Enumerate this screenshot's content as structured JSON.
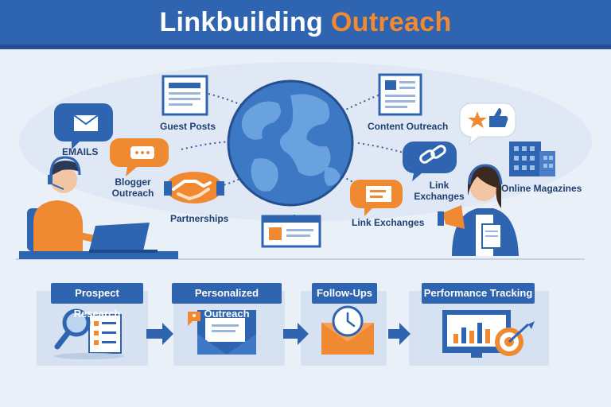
{
  "header": {
    "title_part1": "Linkbuilding",
    "title_part2": "Outreach",
    "accent_color": "#f08a32",
    "brand_color": "#2f64b1"
  },
  "channels": [
    {
      "label": "EMAILS",
      "icon": "envelope-icon"
    },
    {
      "label": "Guest Posts",
      "icon": "document-icon"
    },
    {
      "label": "Blogger\nOutreach",
      "icon": "chat-bubble-icon"
    },
    {
      "label": "Partnerships",
      "icon": "handshake-icon"
    },
    {
      "label": "Content Outreach",
      "icon": "article-icon"
    },
    {
      "label": "Link\nExchanges",
      "icon": "chain-link-icon"
    },
    {
      "label": "Link Exchanges",
      "icon": "message-icon"
    },
    {
      "label": "Online Magazines",
      "icon": "buildings-icon"
    }
  ],
  "steps": [
    {
      "label": "Prospect Research",
      "icon": "magnifier-checklist-icon"
    },
    {
      "label": "Personalized Outreach",
      "icon": "open-envelope-icon"
    },
    {
      "label": "Follow-Ups",
      "icon": "envelope-clock-icon"
    },
    {
      "label": "Performance Tracking",
      "icon": "monitor-target-icon"
    }
  ]
}
